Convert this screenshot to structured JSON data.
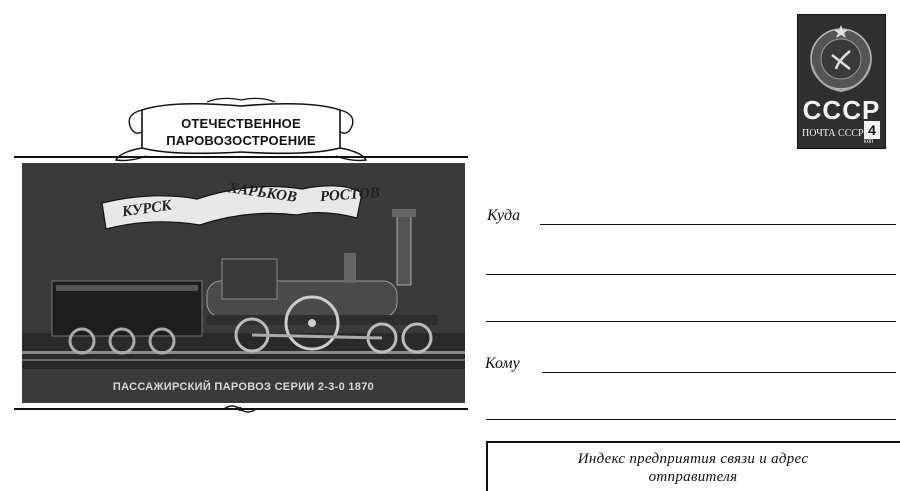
{
  "illustration": {
    "title_line1": "ОТЕЧЕСТВЕННОЕ",
    "title_line2": "ПАРОВОЗОСТРОЕНИЕ",
    "ribbon_words": [
      "КУРСК",
      "ХАРЬКОВ",
      "РОСТОВ"
    ],
    "caption": "ПАССАЖИРСКИЙ ПАРОВОЗ СЕРИИ 2-3-0 1870"
  },
  "stamp": {
    "country": "СССР",
    "post_text": "ПОЧТА СССР",
    "value": "4",
    "unit": "коп"
  },
  "address": {
    "to_label": "Куда",
    "recipient_label": "Кому"
  },
  "sender": {
    "line1": "Индекс предприятия связи и адрес",
    "line2": "отправителя"
  },
  "colors": {
    "ink": "#111111",
    "picture_bg": "#3c3c3c",
    "stamp_bg": "#2f2f2f"
  }
}
